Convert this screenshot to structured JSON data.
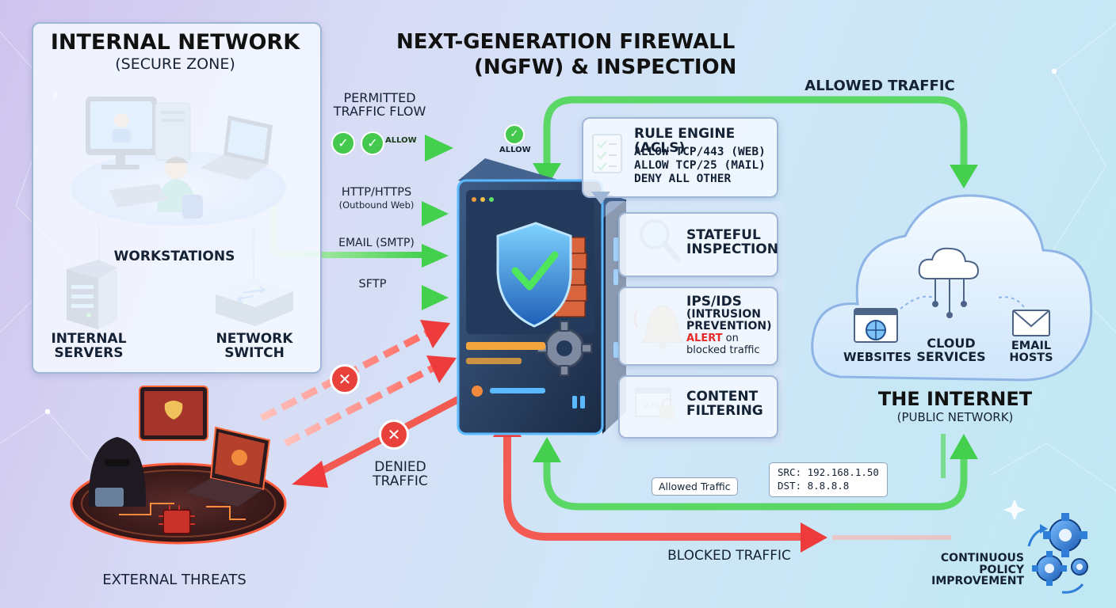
{
  "internal": {
    "title": "Internal Network",
    "subtitle": "(Secure Zone)"
  },
  "firewall": {
    "title_line1": "Next-Generation Firewall",
    "title_line2": "(NGFW) & Inspection"
  },
  "devices": {
    "workstations": "Workstations",
    "servers": [
      "Internal",
      "Servers"
    ],
    "switch": [
      "Network",
      "Switch"
    ]
  },
  "flows": {
    "permitted": [
      "Permitted",
      "Traffic Flow"
    ],
    "allow_badge": "ALLOW",
    "allow_small": "ALLOW",
    "http": "HTTP/HTTPS",
    "http_sub": "(Outbound Web)",
    "email": "EMAIL (SMTP)",
    "sftp": "SFTP",
    "allowed_traffic_top": "Allowed Traffic",
    "denied": [
      "Denied",
      "Traffic"
    ],
    "blocked": "Blocked Traffic",
    "allowed_tag": "Allowed Traffic",
    "packet_src": "SRC: 192.168.1.50",
    "packet_dst": "DST: 8.8.8.8"
  },
  "modules": {
    "rules_title": "Rule Engine (ACLs)",
    "rules": [
      "ALLOW TCP/443 (WEB)",
      "ALLOW TCP/25 (MAIL)",
      "DENY ALL OTHER"
    ],
    "stateful": [
      "Stateful",
      "Inspection"
    ],
    "ips": [
      "IPS/IDS",
      "(Intrusion",
      "Prevention)"
    ],
    "ips_alert_word": "ALERT",
    "ips_alert_rest": " on",
    "ips_alert_line2": "blocked traffic",
    "content": [
      "Content",
      "Filtering"
    ]
  },
  "internet": {
    "websites": "Websites",
    "cloud": [
      "Cloud",
      "Services"
    ],
    "email": [
      "Email",
      "Hosts"
    ],
    "title": "The Internet",
    "subtitle": "(Public Network)"
  },
  "threats": {
    "label": "External Threats"
  },
  "policy": [
    "Continuous",
    "Policy",
    "Improvement"
  ],
  "colors": {
    "allow_green": "#3fcf4a",
    "deny_red": "#ee3b3b",
    "panel_border": "#9fb6d6",
    "shield_blue": "#2f7fd8",
    "brick": "#d9653f",
    "alert_red": "#e52a2a"
  }
}
